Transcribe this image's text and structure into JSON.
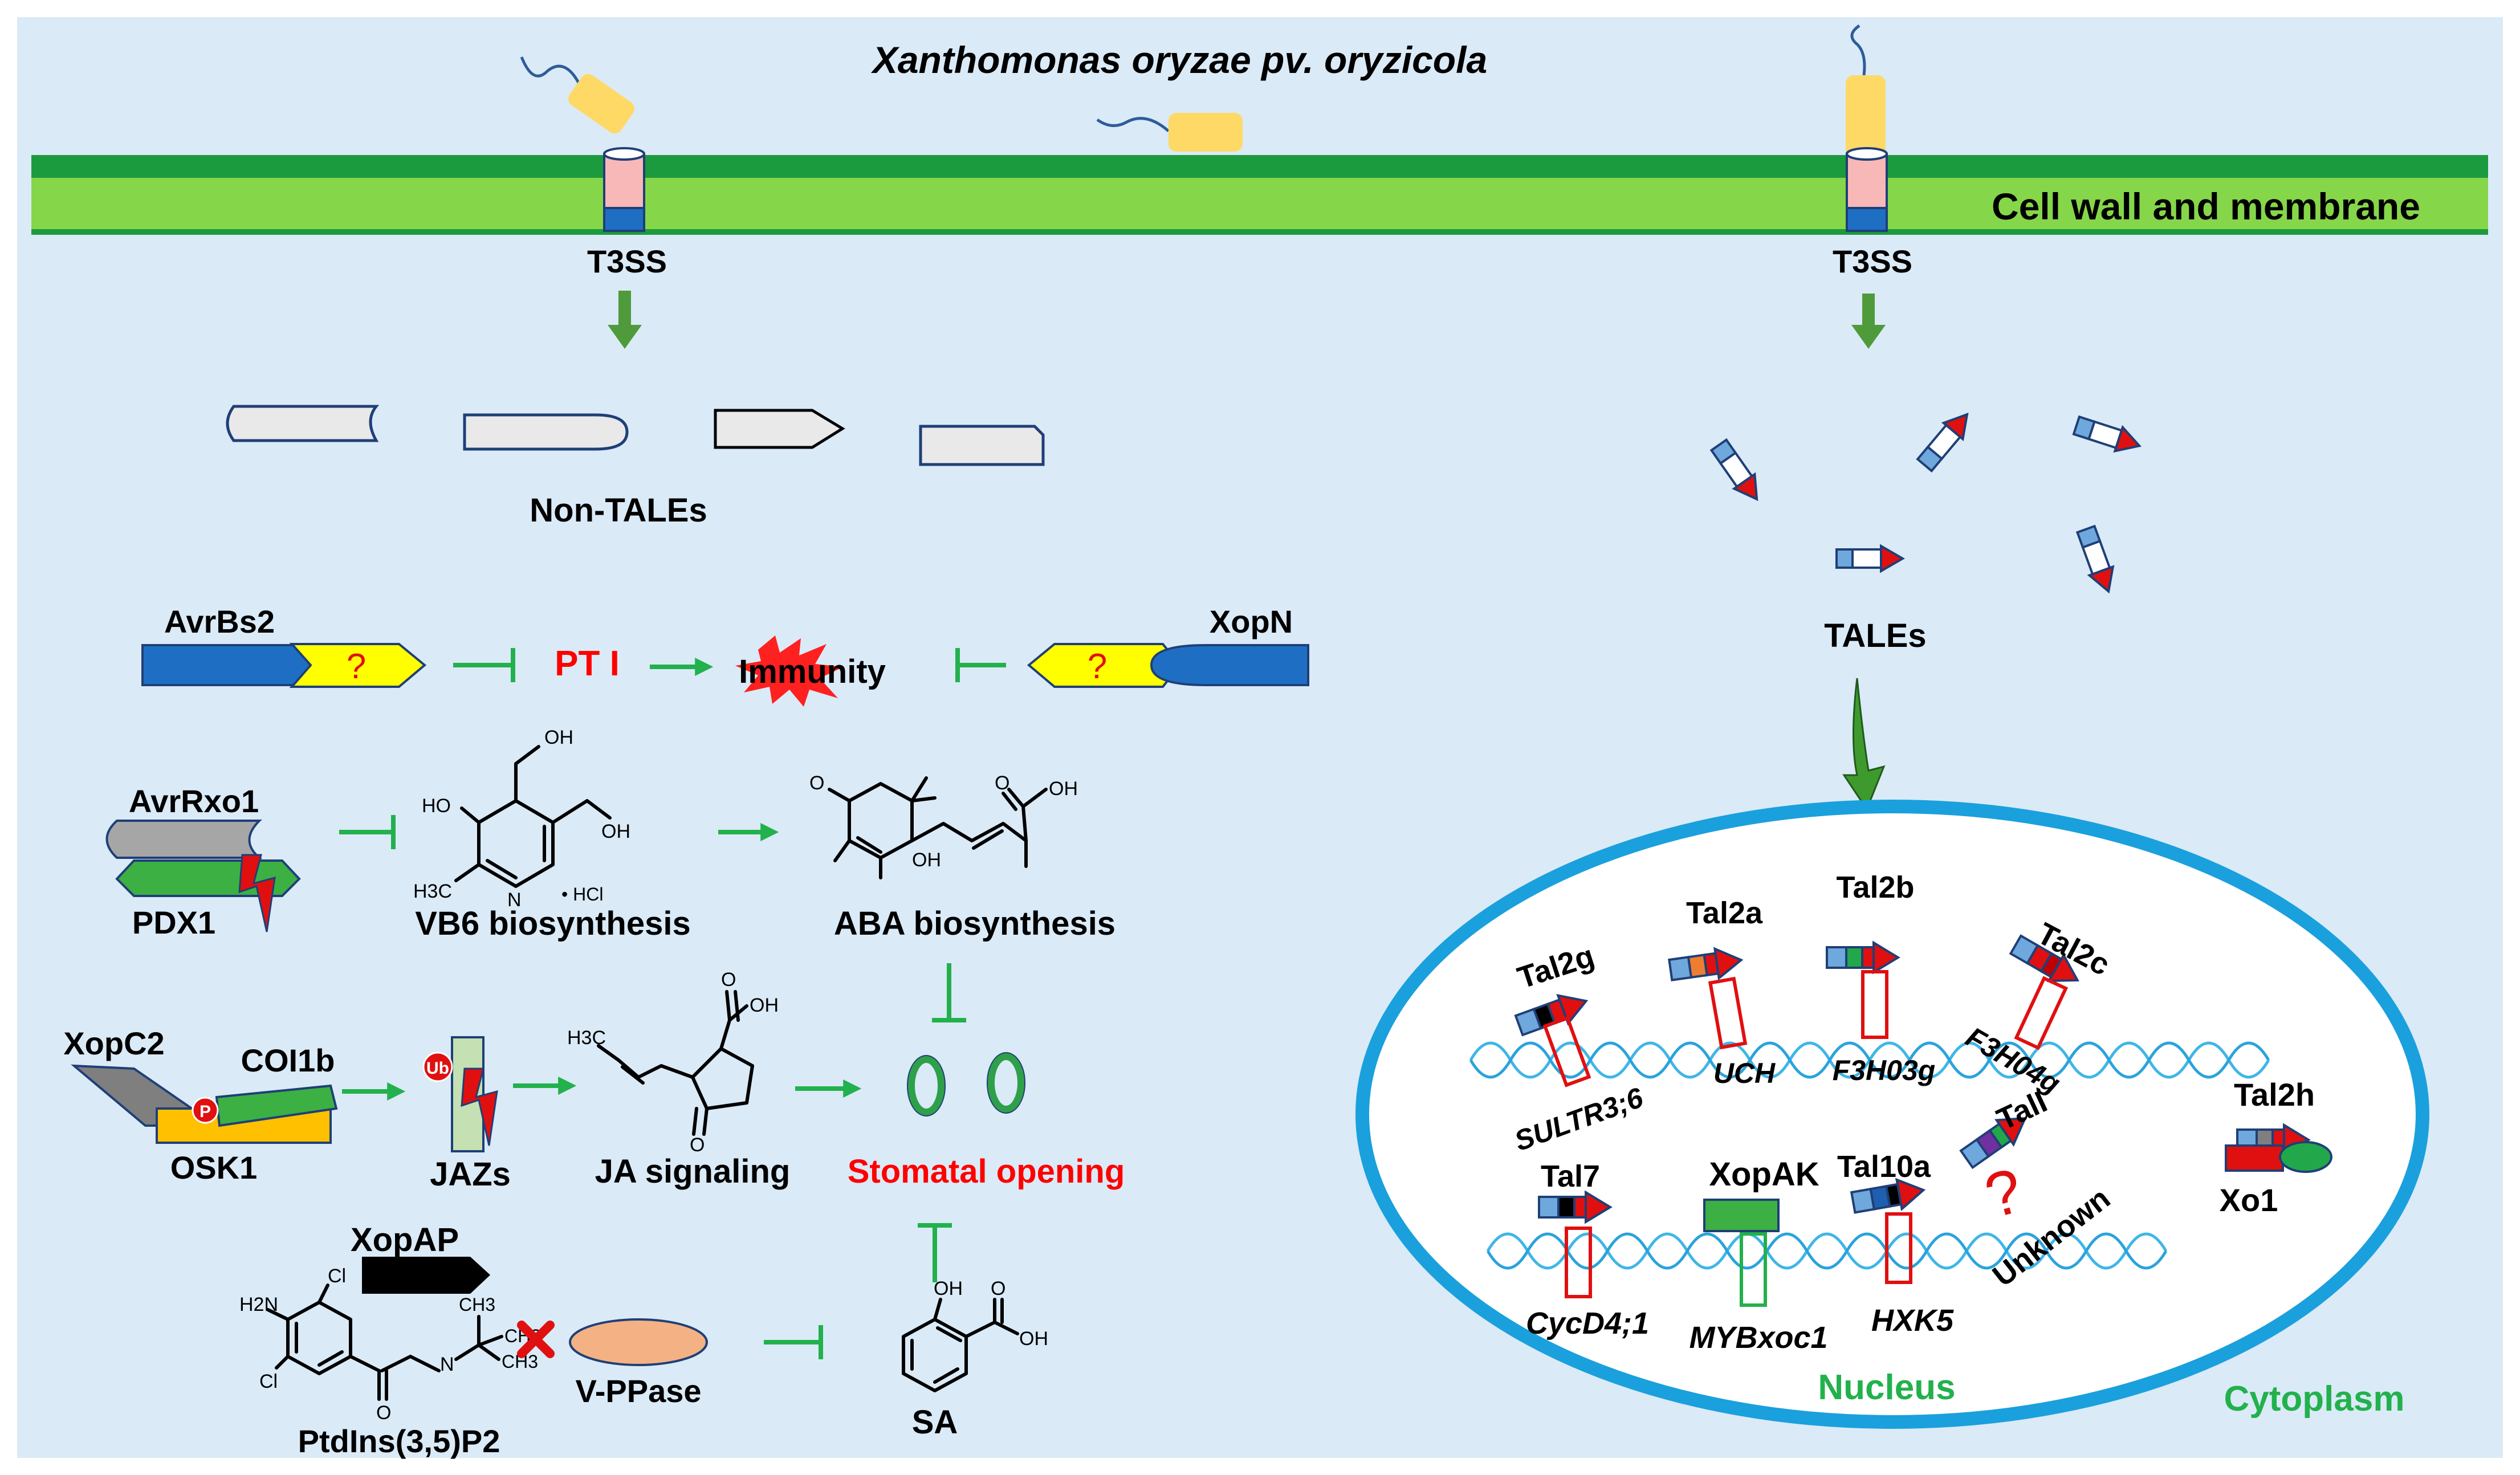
{
  "title": "Xanthomonas oryzae pv. oryzicola",
  "membrane_label": "Cell wall and membrane",
  "t3ss_left": "T3SS",
  "t3ss_right": "T3SS",
  "non_tales": "Non-TALEs",
  "tales": "TALEs",
  "avrbs2": "AvrBs2",
  "xopn": "XopN",
  "unknown_mark": "?",
  "pti": "PT I",
  "immunity": "Immunity",
  "avrrxo1": "AvrRxo1",
  "pdx1": "PDX1",
  "vb6": "VB6 biosynthesis",
  "aba": "ABA biosynthesis",
  "xopc2": "XopC2",
  "coi1b": "COI1b",
  "osk1": "OSK1",
  "phospho": "P",
  "ubiquitin": "Ub",
  "jazs": "JAZs",
  "ja_signaling": "JA signaling",
  "stomatal_opening": "Stomatal opening",
  "xopap": "XopAP",
  "vppase": "V-PPase",
  "ptdins": "PtdIns(3,5)P2",
  "sa": "SA",
  "chem": {
    "oh": "OH",
    "ho": "HO",
    "h3c": "H3C",
    "n": "N",
    "hcl": "• HCl",
    "h2n": "H2N",
    "cl": "Cl",
    "ch3": "CH3",
    "o": "O"
  },
  "nucleus": {
    "label": "Nucleus",
    "effectors": [
      "Tal2g",
      "Tal2a",
      "Tal2b",
      "Tal2c",
      "Tal7",
      "XopAK",
      "Tal10a",
      "TalI"
    ],
    "targets": [
      "SULTR3;6",
      "UCH",
      "F3H03g",
      "F3H04g",
      "CycD4;1",
      "MYBxoc1",
      "HXK5",
      "Unknown"
    ]
  },
  "cytoplasm": {
    "label": "Cytoplasm",
    "tal2h": "Tal2h",
    "xo1": "Xo1"
  },
  "colors": {
    "background": "#daeaf7",
    "membrane_dark": "#1c9a3e",
    "membrane_light": "#86d64a",
    "effector_blue": "#1e6fc4",
    "question_yellow": "#ffff00",
    "red_text": "#ff0000",
    "green_text": "#22b14c",
    "nucleus_border": "#1aa0dd"
  }
}
